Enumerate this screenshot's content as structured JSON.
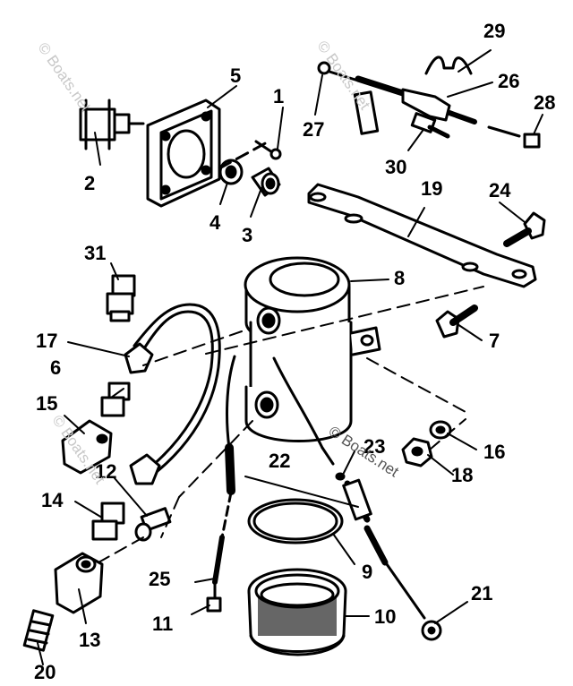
{
  "watermark": "© Boats.net",
  "callouts": {
    "c1": "1",
    "c2": "2",
    "c3": "3",
    "c4": "4",
    "c5": "5",
    "c6": "6",
    "c7": "7",
    "c8": "8",
    "c9": "9",
    "c10": "10",
    "c11": "11",
    "c12": "12",
    "c13": "13",
    "c14": "14",
    "c15": "15",
    "c16": "16",
    "c17": "17",
    "c18": "18",
    "c19": "19",
    "c20": "20",
    "c21": "21",
    "c22": "22",
    "c23": "23",
    "c24": "24",
    "c25": "25",
    "c26": "26",
    "c27": "27",
    "c28": "28",
    "c29": "29",
    "c30": "30",
    "c31": "31"
  }
}
